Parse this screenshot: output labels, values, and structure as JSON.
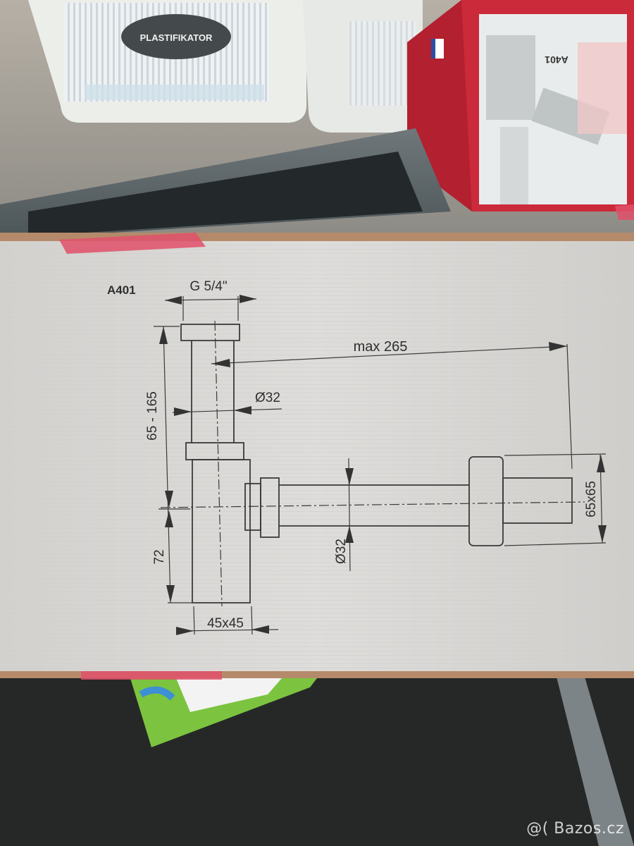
{
  "drawing": {
    "model": "A401",
    "inlet_thread": "G 5/4\"",
    "outlet_reach": "max 265",
    "tube_diameter": "Ø32",
    "height_range": "65 - 165",
    "lower_height": "72",
    "outlet_diameter": "Ø32",
    "flange_size": "65x65",
    "body_size": "45x45"
  },
  "background": {
    "jug_label": "PLASTIFIKATOR",
    "box_label": "A401"
  },
  "watermark": "@( Bazos.cz",
  "colors": {
    "card": "#d9d8d5",
    "line": "#3a3a3a",
    "tape": "#e0506a",
    "box_red": "#c8283a"
  }
}
